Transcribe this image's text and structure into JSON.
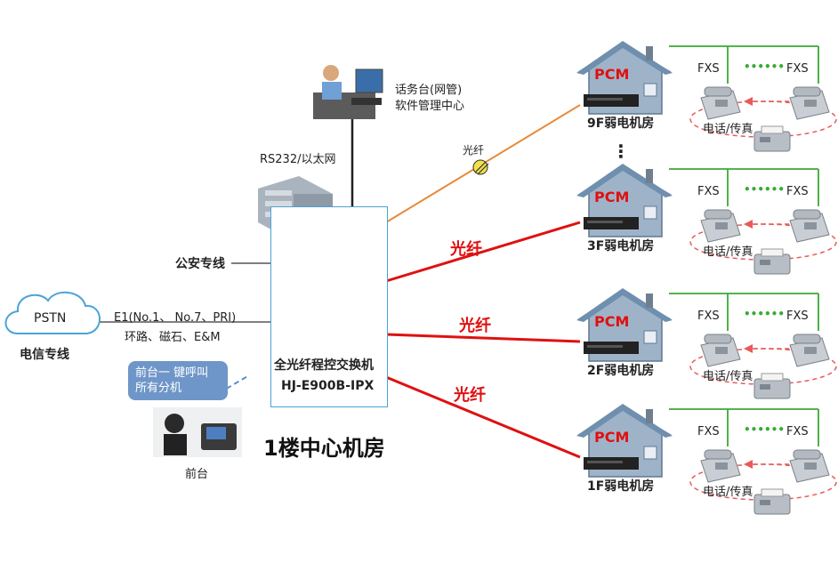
{
  "colors": {
    "optical_red": "#e01010",
    "optical_orange": "#e98a3a",
    "fxs_green": "#3aaa35",
    "ring_red": "#e85a5a",
    "switch_border": "#4aa3d8",
    "house_blue": "#6f8faf",
    "bubble_blue": "#6f96c8"
  },
  "icons": [
    "cloud-icon",
    "server-building-icon",
    "operator-pc-icon",
    "receptionist-icon",
    "house-icon",
    "pcm-device-icon",
    "phone-icon",
    "fax-icon",
    "fiber-coupler-icon"
  ],
  "pstn": {
    "label": "PSTN",
    "caption": "电信专线"
  },
  "e1": {
    "line1": "E1(No.1、 No.7、PRI)",
    "line2": "环路、磁石、E&M"
  },
  "police_line": "公安专线",
  "console": {
    "line1": "话务台(网管)",
    "line2": "软件管理中心"
  },
  "rs232": "RS232/以太网",
  "switch": {
    "name": "全光纤程控交换机",
    "model": "HJ-E900B-IPX"
  },
  "center_title": "1楼中心机房",
  "front_desk": {
    "bubble_line1": "前台一 键呼叫",
    "bubble_line2": "所有分机",
    "label": "前台"
  },
  "fiber_label": "光纤",
  "pcm_label": "PCM",
  "fxs_label": "FXS",
  "phone_fax_label": "电话/传真",
  "dots": "••••••",
  "vdots": "⋮",
  "rooms": [
    {
      "name": "9F弱电机房"
    },
    {
      "name": "3F弱电机房"
    },
    {
      "name": "2F弱电机房"
    },
    {
      "name": "1F弱电机房"
    }
  ]
}
